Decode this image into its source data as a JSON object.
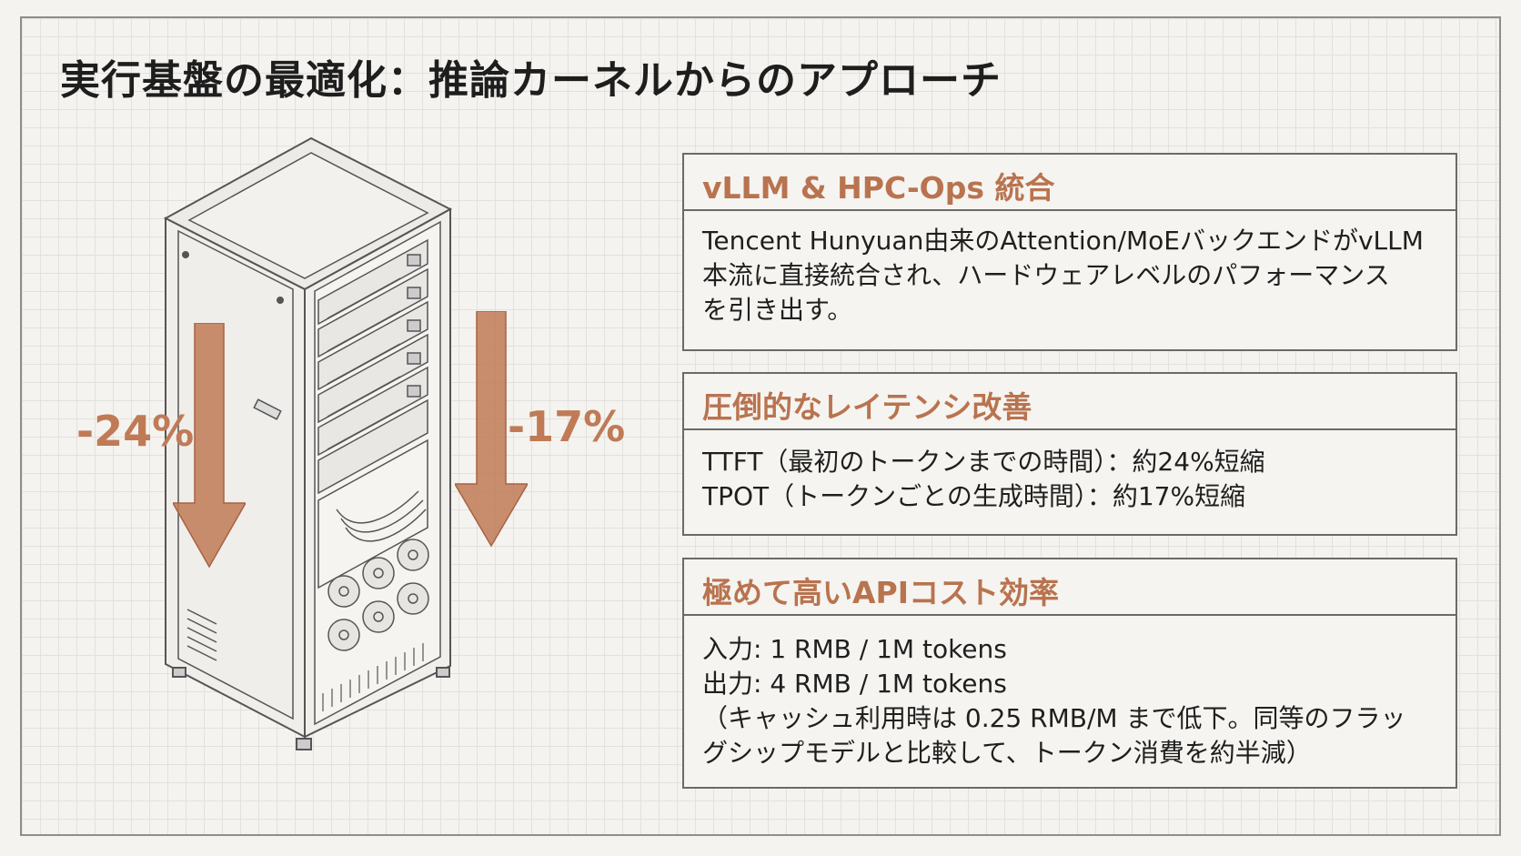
{
  "title": "実行基盤の最適化：推論カーネルからのアプローチ",
  "figure": {
    "left_change": "-24%",
    "right_change": "-17%",
    "arrow_color": "#c07a56"
  },
  "cards": [
    {
      "heading": "vLLM & HPC-Ops 統合",
      "lines": [
        "Tencent Hunyuan由来のAttention/MoEバックエンドがvLLM",
        "本流に直接統合され、ハードウェアレベルのパフォーマンス",
        "を引き出す。"
      ]
    },
    {
      "heading": "圧倒的なレイテンシ改善",
      "lines": [
        "TTFT（最初のトークンまでの時間）：約24%短縮",
        "TPOT（トークンごとの生成時間）：約17%短縮"
      ]
    },
    {
      "heading": "極めて高いAPIコスト効率",
      "lines": [
        "入力: 1 RMB / 1M tokens",
        "出力: 4 RMB / 1M tokens",
        "（キャッシュ利用時は 0.25 RMB/M まで低下。同等のフラッ",
        "グシップモデルと比較して、トークン消費を約半減）"
      ]
    }
  ],
  "colors": {
    "accent": "#b9734f",
    "border": "#6a6a6a",
    "background": "#f4f3ef"
  }
}
